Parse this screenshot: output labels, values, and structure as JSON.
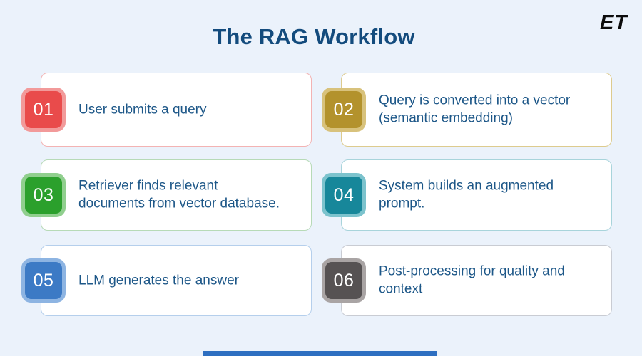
{
  "page": {
    "title": "The RAG Workflow",
    "logo": "ET"
  },
  "colors": {
    "background": "#ebf2fb",
    "title": "#134b7d",
    "body_text": "#1d5788",
    "logo": "#0c0c0c",
    "accent_bar": "#2e6fc1"
  },
  "steps": [
    {
      "number": "01",
      "text": "User submits a query",
      "badge_color": "#e94b4b",
      "ring_color": "#f29a9a",
      "border_color": "#f3b3b3"
    },
    {
      "number": "02",
      "text": "Query is converted into a vector\n(semantic embedding)",
      "badge_color": "#b3922c",
      "ring_color": "#d8c27c",
      "border_color": "#ddcb8e"
    },
    {
      "number": "03",
      "text": "Retriever finds relevant\ndocuments from vector database.",
      "badge_color": "#2ba02c",
      "ring_color": "#90cf8e",
      "border_color": "#b7dab7"
    },
    {
      "number": "04",
      "text": "System builds an augmented\nprompt.",
      "badge_color": "#17879a",
      "ring_color": "#7cc3cd",
      "border_color": "#a8d4db"
    },
    {
      "number": "05",
      "text": "LLM generates the answer",
      "badge_color": "#3c7ac5",
      "ring_color": "#8db4e2",
      "border_color": "#b5cfec"
    },
    {
      "number": "06",
      "text": "Post-processing for quality and\ncontext",
      "badge_color": "#565253",
      "ring_color": "#a9a4a4",
      "border_color": "#c9ccd3"
    }
  ]
}
